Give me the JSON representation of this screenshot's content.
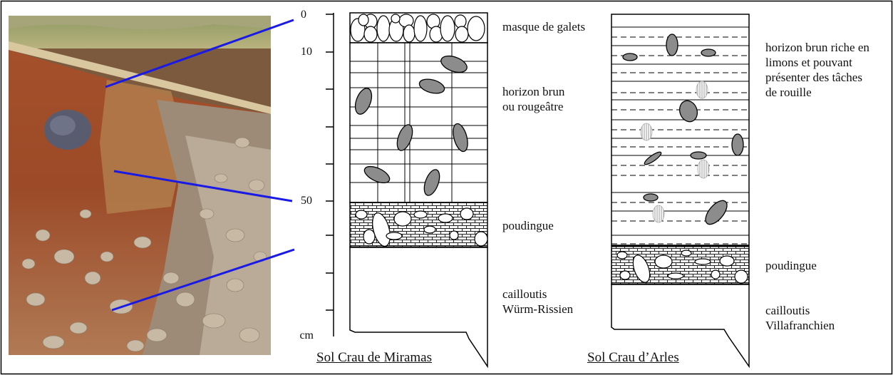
{
  "depth_scale": {
    "ticks": [
      "0",
      "10",
      "50"
    ],
    "unit": "cm"
  },
  "columns": [
    {
      "title": "Sol Crau de Miramas",
      "labels": [
        "masque de galets",
        "horizon brun\nou rougeâtre",
        "poudingue",
        "cailloutis\nWürm-Rissien"
      ]
    },
    {
      "title": "Sol Crau d’Arles",
      "labels": [
        "horizon brun riche en\nlimons et pouvant\nprésenter des tâches\nde rouille",
        "poudingue",
        "cailloutis\nVillafranchien"
      ]
    }
  ],
  "colors": {
    "connector_lines": "#1a1ae6",
    "pebble_fill": "#8c8c8c",
    "rust_fill": "#c8c8c8"
  }
}
